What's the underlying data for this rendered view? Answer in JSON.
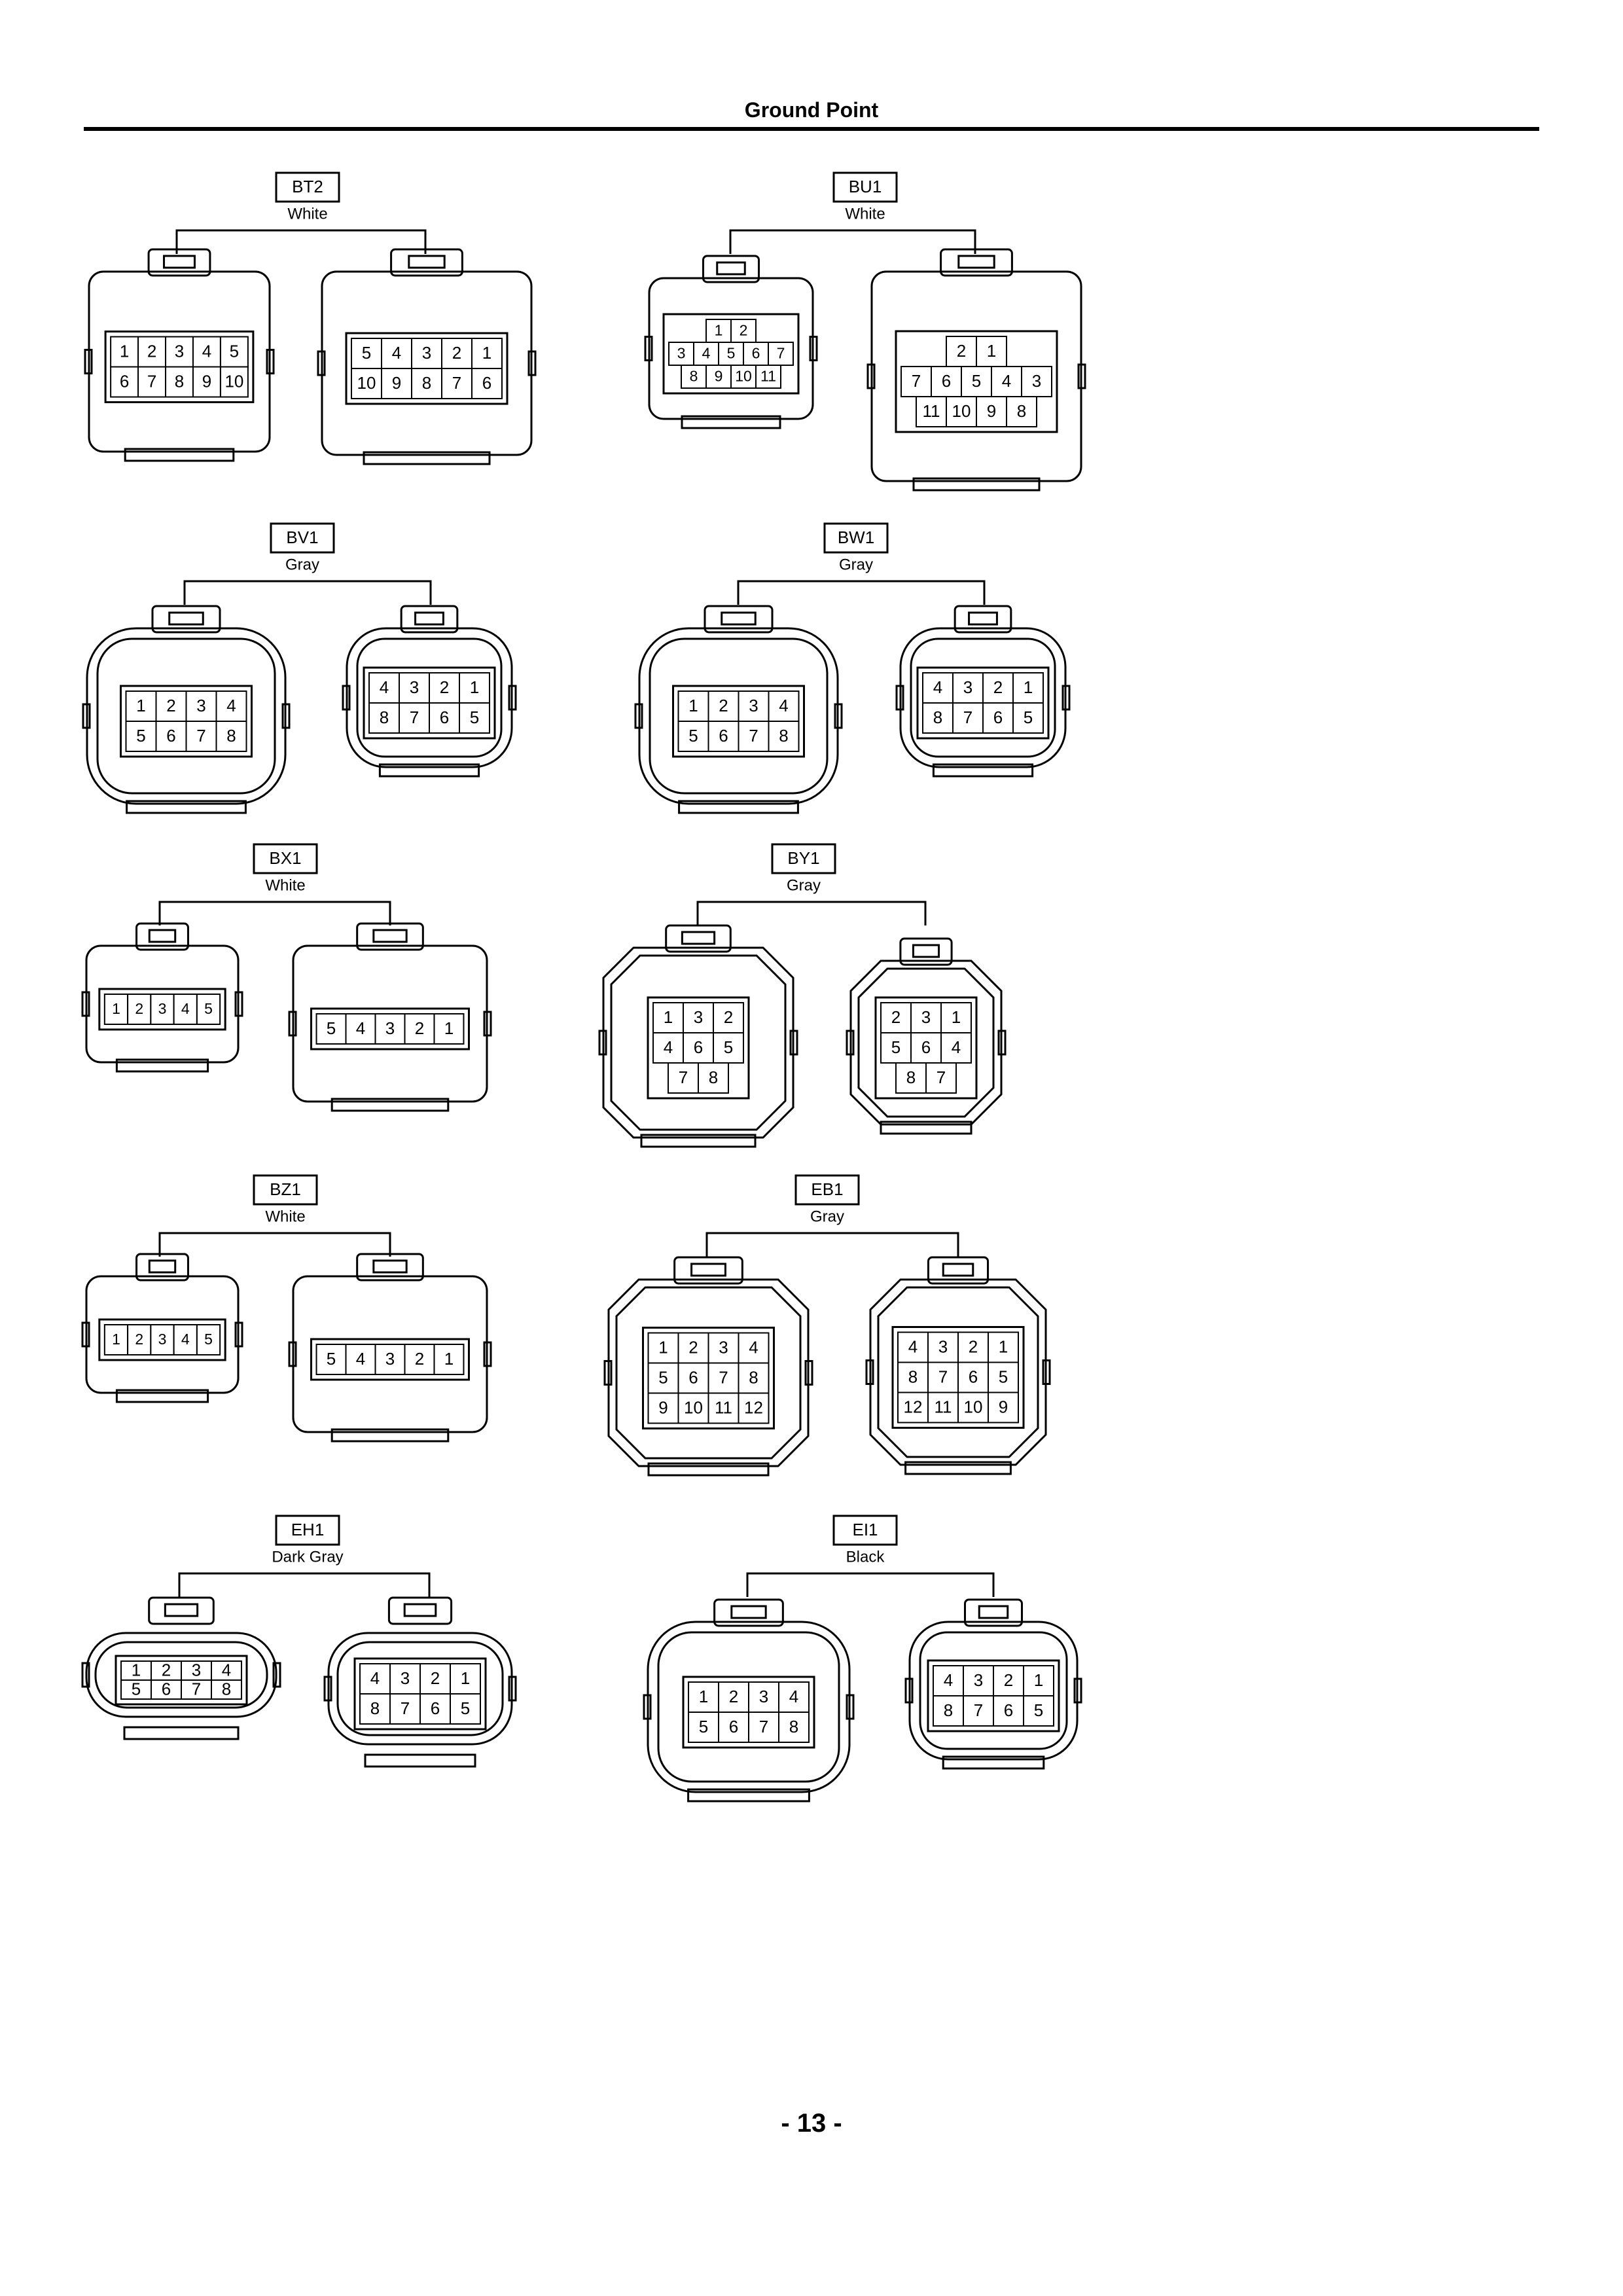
{
  "page": {
    "title": "Ground Point",
    "number": "- 13 -"
  },
  "connectors": [
    {
      "code": "BT2",
      "color": "White",
      "left": {
        "rows": [
          [
            "1",
            "2",
            "3",
            "4",
            "5"
          ],
          [
            "6",
            "7",
            "8",
            "9",
            "10"
          ]
        ]
      },
      "right": {
        "rows": [
          [
            "5",
            "4",
            "3",
            "2",
            "1"
          ],
          [
            "10",
            "9",
            "8",
            "7",
            "6"
          ]
        ]
      }
    },
    {
      "code": "BU1",
      "color": "White",
      "left": {
        "rows": [
          [
            "1",
            "2"
          ],
          [
            "3",
            "4",
            "5",
            "6",
            "7"
          ],
          [
            "8",
            "9",
            "10",
            "11"
          ]
        ]
      },
      "right": {
        "rows": [
          [
            "2",
            "1"
          ],
          [
            "7",
            "6",
            "5",
            "4",
            "3"
          ],
          [
            "11",
            "10",
            "9",
            "8"
          ]
        ]
      }
    },
    {
      "code": "BV1",
      "color": "Gray",
      "left": {
        "rows": [
          [
            "1",
            "2",
            "3",
            "4"
          ],
          [
            "5",
            "6",
            "7",
            "8"
          ]
        ]
      },
      "right": {
        "rows": [
          [
            "4",
            "3",
            "2",
            "1"
          ],
          [
            "8",
            "7",
            "6",
            "5"
          ]
        ]
      }
    },
    {
      "code": "BW1",
      "color": "Gray",
      "left": {
        "rows": [
          [
            "1",
            "2",
            "3",
            "4"
          ],
          [
            "5",
            "6",
            "7",
            "8"
          ]
        ]
      },
      "right": {
        "rows": [
          [
            "4",
            "3",
            "2",
            "1"
          ],
          [
            "8",
            "7",
            "6",
            "5"
          ]
        ]
      }
    },
    {
      "code": "BX1",
      "color": "White",
      "left": {
        "rows": [
          [
            "1",
            "2",
            "3",
            "4",
            "5"
          ]
        ]
      },
      "right": {
        "rows": [
          [
            "5",
            "4",
            "3",
            "2",
            "1"
          ]
        ]
      }
    },
    {
      "code": "BY1",
      "color": "Gray",
      "left": {
        "rows": [
          [
            "1",
            "3",
            "2"
          ],
          [
            "4",
            "6",
            "5"
          ],
          [
            "7",
            "8"
          ]
        ]
      },
      "right": {
        "rows": [
          [
            "2",
            "3",
            "1"
          ],
          [
            "5",
            "6",
            "4"
          ],
          [
            "8",
            "7"
          ]
        ]
      }
    },
    {
      "code": "BZ1",
      "color": "White",
      "left": {
        "rows": [
          [
            "1",
            "2",
            "3",
            "4",
            "5"
          ]
        ]
      },
      "right": {
        "rows": [
          [
            "5",
            "4",
            "3",
            "2",
            "1"
          ]
        ]
      }
    },
    {
      "code": "EB1",
      "color": "Gray",
      "left": {
        "rows": [
          [
            "1",
            "2",
            "3",
            "4"
          ],
          [
            "5",
            "6",
            "7",
            "8"
          ],
          [
            "9",
            "10",
            "11",
            "12"
          ]
        ]
      },
      "right": {
        "rows": [
          [
            "4",
            "3",
            "2",
            "1"
          ],
          [
            "8",
            "7",
            "6",
            "5"
          ],
          [
            "12",
            "11",
            "10",
            "9"
          ]
        ]
      }
    },
    {
      "code": "EH1",
      "color": "Dark Gray",
      "left": {
        "rows": [
          [
            "1",
            "2",
            "3",
            "4"
          ],
          [
            "5",
            "6",
            "7",
            "8"
          ]
        ]
      },
      "right": {
        "rows": [
          [
            "4",
            "3",
            "2",
            "1"
          ],
          [
            "8",
            "7",
            "6",
            "5"
          ]
        ]
      }
    },
    {
      "code": "EI1",
      "color": "Black",
      "left": {
        "rows": [
          [
            "1",
            "2",
            "3",
            "4"
          ],
          [
            "5",
            "6",
            "7",
            "8"
          ]
        ]
      },
      "right": {
        "rows": [
          [
            "4",
            "3",
            "2",
            "1"
          ],
          [
            "8",
            "7",
            "6",
            "5"
          ]
        ]
      }
    }
  ]
}
